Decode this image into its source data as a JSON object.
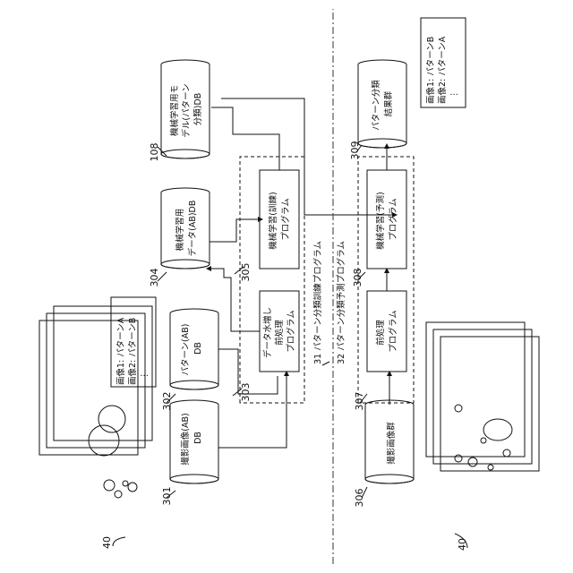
{
  "nodes": {
    "db_photo_ab": {
      "lines": [
        "撮影画像(AB)",
        "DB"
      ],
      "ref": "301"
    },
    "db_pattern_ab": {
      "lines": [
        "パターン(AB)",
        "DB"
      ],
      "ref": "302"
    },
    "preproc_augment": {
      "lines": [
        "データ水増し",
        "前処理",
        "プログラム"
      ],
      "ref": "303"
    },
    "db_ml_data": {
      "lines": [
        "機械学習用",
        "データ(AB)DB"
      ],
      "ref": "304"
    },
    "ml_train": {
      "lines": [
        "機械学習(訓練)",
        "プログラム"
      ],
      "ref": "305"
    },
    "db_model": {
      "lines": [
        "機械学習用モ",
        "デル(パターン",
        "分類)DB"
      ],
      "ref": "108"
    },
    "db_photos": {
      "lines": [
        "撮影画像群"
      ],
      "ref": "306"
    },
    "preproc": {
      "lines": [
        "前処理",
        "プログラム"
      ],
      "ref": "307"
    },
    "ml_predict": {
      "lines": [
        "機械学習(予測)",
        "プログラム"
      ],
      "ref": "308"
    },
    "db_results": {
      "lines": [
        "パターン分類",
        "結果群"
      ],
      "ref": "309"
    }
  },
  "groups": {
    "train_program": {
      "text": "31 パターン分類訓練プログラム"
    },
    "predict_program": {
      "text": "32 パターン分類予測プログラム"
    }
  },
  "notes": {
    "labels_ab": [
      "画像1: パターンA",
      "画像2: パターンB",
      "⋮"
    ],
    "labels_result": [
      "画像1: パターンB",
      "画像2: パターンA",
      "⋮"
    ]
  },
  "image_stacks": {
    "train": {
      "ref": "40"
    },
    "predict": {
      "ref": "40"
    }
  }
}
